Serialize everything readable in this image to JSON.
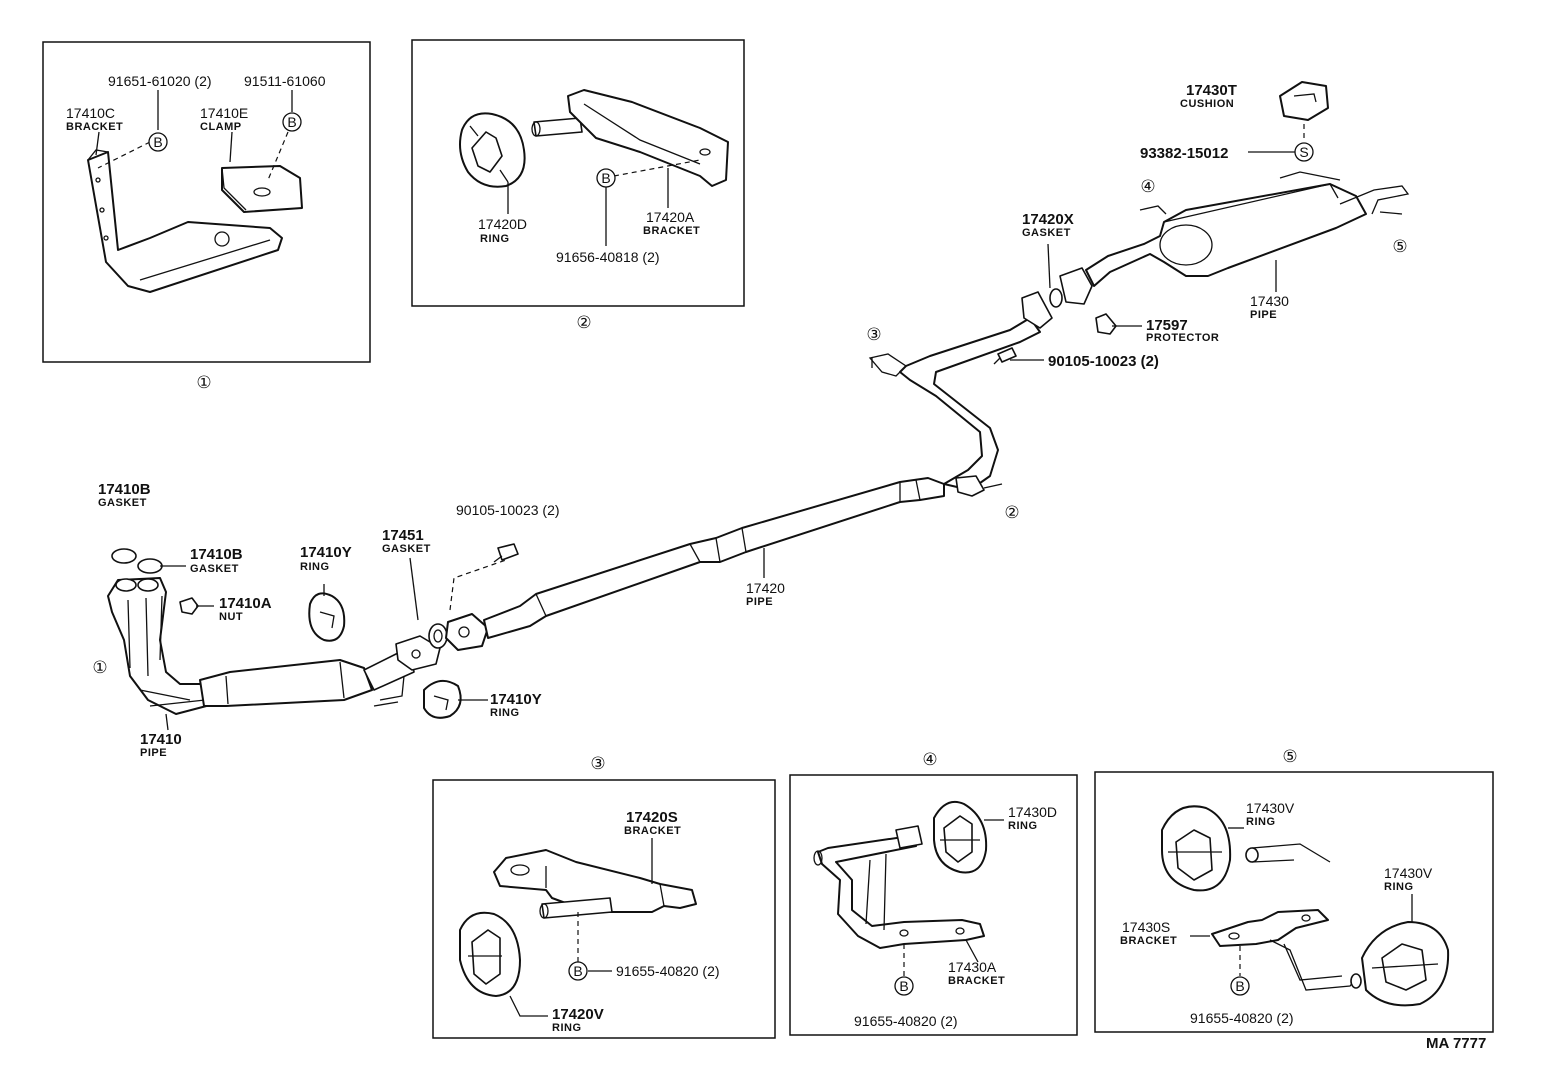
{
  "figure_code": "MA 7777",
  "bolt_symbol": "B",
  "screw_symbol": "S",
  "detail_refs": {
    "d1": "①",
    "d2": "②",
    "d3": "③",
    "d4": "④",
    "d5": "⑤"
  },
  "parts": {
    "p17410": {
      "number": "17410",
      "name": "PIPE"
    },
    "p17410a": {
      "number": "17410A",
      "name": "NUT"
    },
    "p17410b_top": {
      "number": "17410B",
      "name": "GASKET"
    },
    "p17410b_side": {
      "number": "17410B",
      "name": "GASKET"
    },
    "p17410y_top": {
      "number": "17410Y",
      "name": "RING"
    },
    "p17410y_bottom": {
      "number": "17410Y",
      "name": "RING"
    },
    "p17451": {
      "number": "17451",
      "name": "GASKET"
    },
    "p90105_mid": {
      "number": "90105-10023 (2)"
    },
    "p17420": {
      "number": "17420",
      "name": "PIPE"
    },
    "p17420x": {
      "number": "17420X",
      "name": "GASKET"
    },
    "p90105_top": {
      "number": "90105-10023 (2)"
    },
    "p17597": {
      "number": "17597",
      "name": "PROTECTOR"
    },
    "p17430": {
      "number": "17430",
      "name": "PIPE"
    },
    "p17430t": {
      "number": "17430T",
      "name": "CUSHION"
    },
    "p93382": {
      "number": "93382-15012"
    }
  },
  "detail1": {
    "ref": "①",
    "p91651": "91651-61020 (2)",
    "p91511": "91511-61060",
    "p17410c": {
      "number": "17410C",
      "name": "BRACKET"
    },
    "p17410e": {
      "number": "17410E",
      "name": "CLAMP"
    }
  },
  "detail2": {
    "ref": "②",
    "p17420d": {
      "number": "17420D",
      "name": "RING"
    },
    "p17420a": {
      "number": "17420A",
      "name": "BRACKET"
    },
    "p91656": "91656-40818 (2)"
  },
  "detail3": {
    "ref": "③",
    "p17420s": {
      "number": "17420S",
      "name": "BRACKET"
    },
    "p17420v": {
      "number": "17420V",
      "name": "RING"
    },
    "p91655": "91655-40820 (2)"
  },
  "detail4": {
    "ref": "④",
    "p17430d": {
      "number": "17430D",
      "name": "RING"
    },
    "p17430a": {
      "number": "17430A",
      "name": "BRACKET"
    },
    "p91655": "91655-40820 (2)"
  },
  "detail5": {
    "ref": "⑤",
    "p17430v_top": {
      "number": "17430V",
      "name": "RING"
    },
    "p17430v_right": {
      "number": "17430V",
      "name": "RING"
    },
    "p17430s": {
      "number": "17430S",
      "name": "BRACKET"
    },
    "p91655": "91655-40820 (2)"
  }
}
